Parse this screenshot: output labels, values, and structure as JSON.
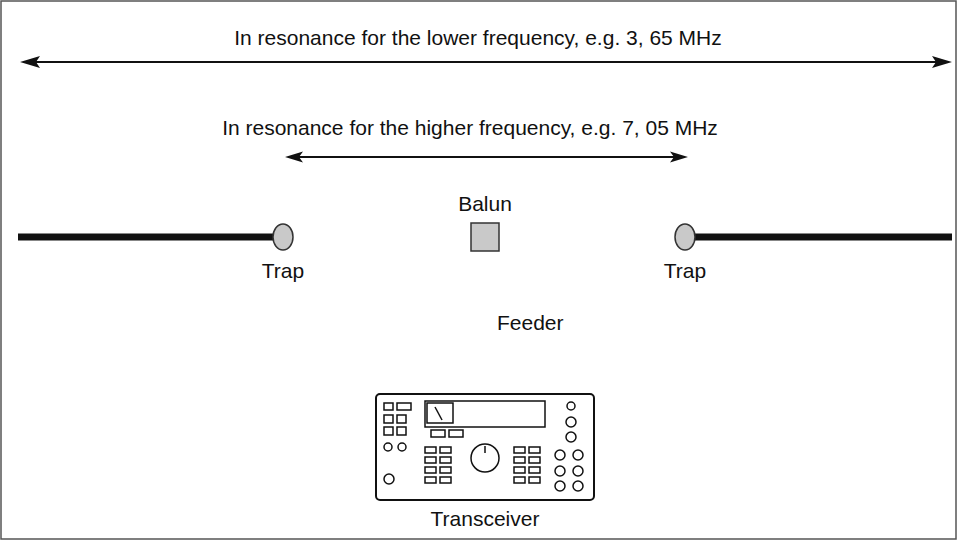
{
  "diagram": {
    "nodes": [
      {
        "text": [
          "Trap"
        ]
      },
      {
        "text": [
          "Balun"
        ]
      },
      {
        "text": [
          "Trap"
        ]
      },
      {
        "text": [
          "Transceiver"
        ]
      }
    ],
    "edges": [
      {
        "from": 0,
        "to": 1,
        "arrow": "none"
      },
      {
        "from": 1,
        "to": 2,
        "arrow": "none"
      },
      {
        "from": 1,
        "to": 3,
        "label": "Feeder",
        "arrow": "none"
      }
    ],
    "labels": [
      "In resonance for the lower frequency, e.g. 3, 65 MHz",
      "In resonance for the higher frequency, e.g. 7, 05 MHz"
    ]
  }
}
